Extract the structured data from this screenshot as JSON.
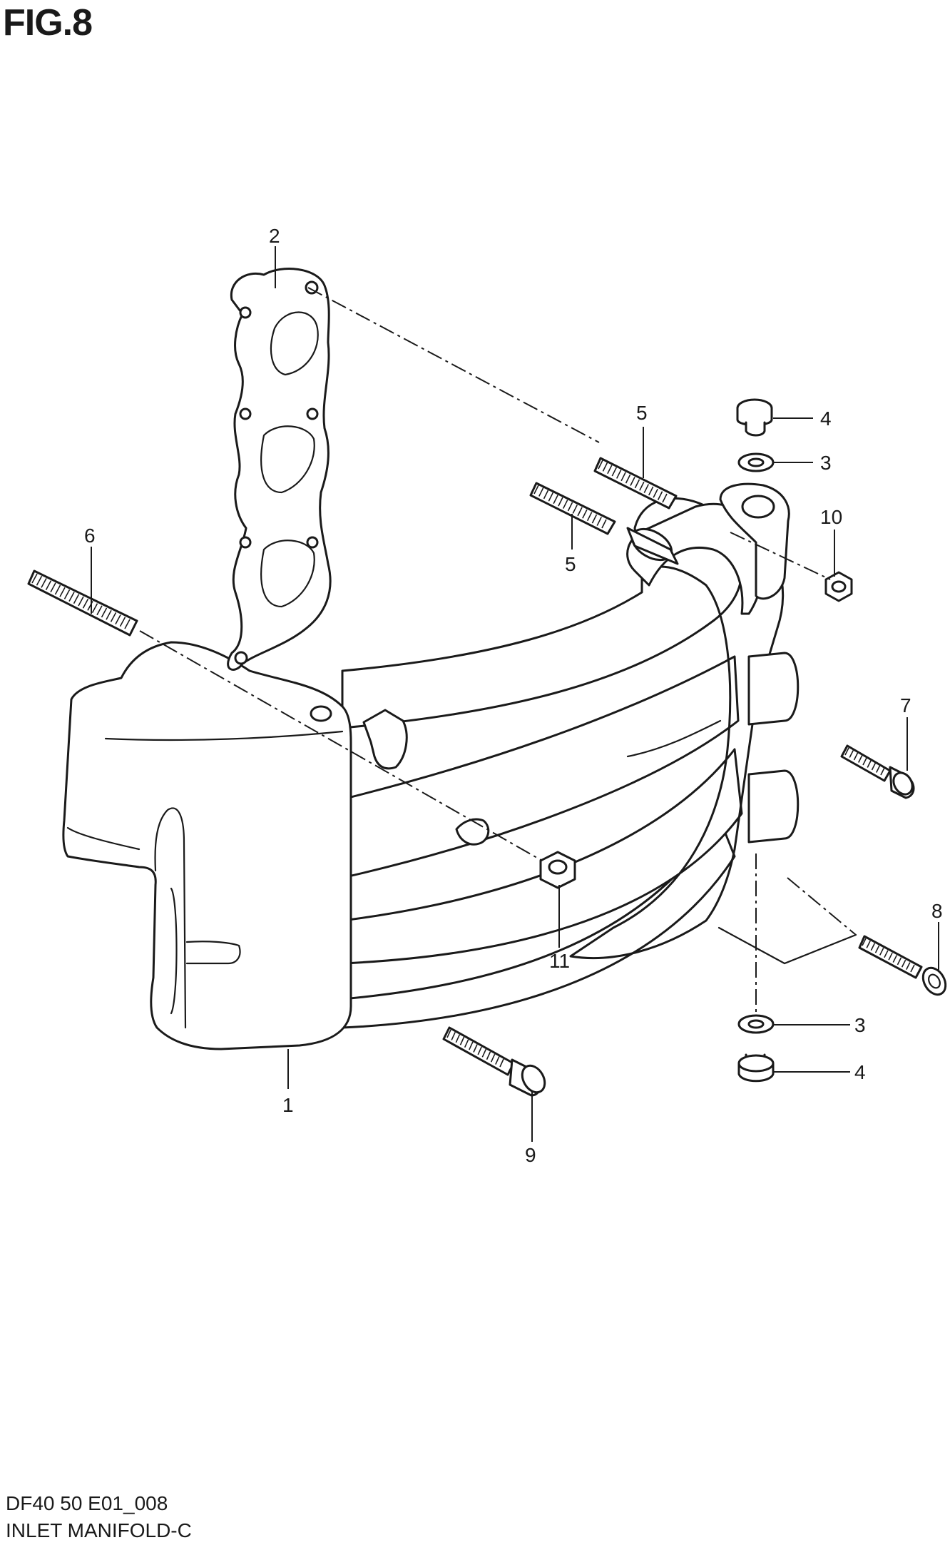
{
  "figure": {
    "title": "FIG.8",
    "code": "DF40 50 E01_008",
    "name": "INLET MANIFOLD-C"
  },
  "callouts": [
    "1",
    "2",
    "3",
    "3",
    "4",
    "4",
    "5",
    "5",
    "6",
    "7",
    "8",
    "9",
    "10",
    "11"
  ]
}
